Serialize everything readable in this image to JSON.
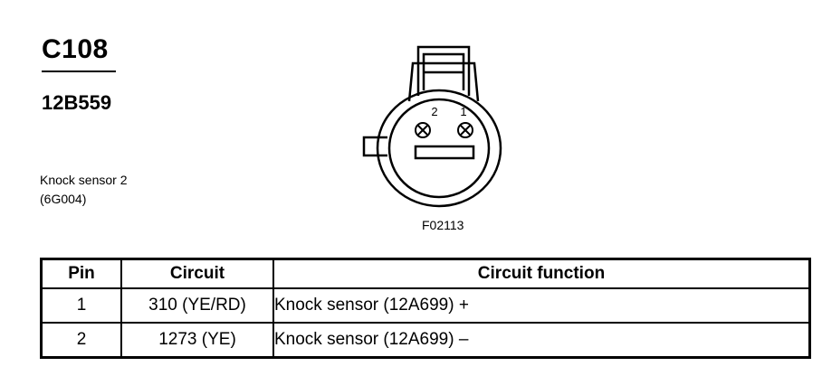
{
  "connector": {
    "id": "C108",
    "part_number": "12B559",
    "description_line1": "Knock sensor 2",
    "description_line2": "(6G004)"
  },
  "figure": {
    "reference": "F02113",
    "pin_labels": [
      "2",
      "1"
    ]
  },
  "table": {
    "headers": [
      "Pin",
      "Circuit",
      "Circuit function"
    ],
    "rows": [
      {
        "pin": "1",
        "circuit": "310 (YE/RD)",
        "function": "Knock sensor (12A699) +"
      },
      {
        "pin": "2",
        "circuit": "1273 (YE)",
        "function": "Knock sensor (12A699) –"
      }
    ]
  }
}
